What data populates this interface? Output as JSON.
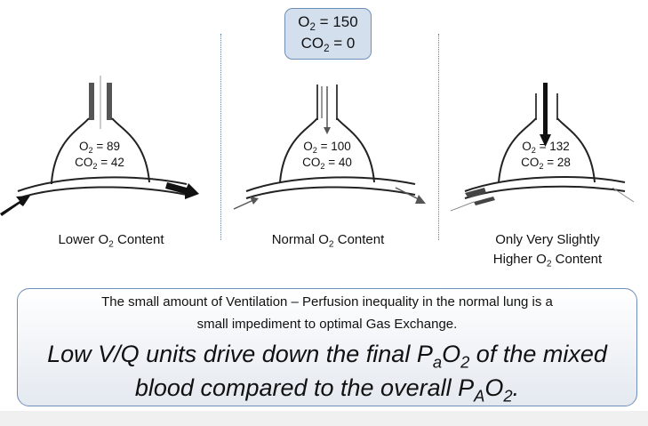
{
  "top_box": {
    "line1_pre": "O",
    "line1_sub": "2",
    "line1_post": " = 150",
    "line2_pre": "CO",
    "line2_sub": "2",
    "line2_post": " = 0"
  },
  "units": [
    {
      "o2_pre": "O",
      "o2_sub": "2",
      "o2_val": " = 89",
      "co2_pre": "CO",
      "co2_sub": "2",
      "co2_val": " = 42",
      "caption_line1_pre": "Lower O",
      "caption_line1_sub": "2",
      "caption_line1_post": " Content",
      "caption_line2": ""
    },
    {
      "o2_pre": "O",
      "o2_sub": "2",
      "o2_val": " = 100",
      "co2_pre": "CO",
      "co2_sub": "2",
      "co2_val": " = 40",
      "caption_line1_pre": "Normal O",
      "caption_line1_sub": "2",
      "caption_line1_post": " Content",
      "caption_line2": ""
    },
    {
      "o2_pre": "O",
      "o2_sub": "2",
      "o2_val": " = 132",
      "co2_pre": "CO",
      "co2_sub": "2",
      "co2_val": " = 28",
      "caption_line1_pre": "Only Very Slightly",
      "caption_line1_sub": "",
      "caption_line1_post": "",
      "caption_line2_pre": "Higher O",
      "caption_line2_sub": "2",
      "caption_line2_post": " Content"
    }
  ],
  "note": {
    "line1": "The small amount of Ventilation – Perfusion inequality in the normal lung is a",
    "line2": "small impediment to optimal Gas Exchange.",
    "line3_pre": "Low V/Q units drive down the final P",
    "line3_sub1": "a",
    "line3_mid": "O",
    "line3_sub2": "2",
    "line3_post": " of the mixed",
    "line4_pre": "blood compared to the overall P",
    "line4_sub1": "A",
    "line4_mid": "O",
    "line4_sub2": "2",
    "line4_post": "."
  }
}
